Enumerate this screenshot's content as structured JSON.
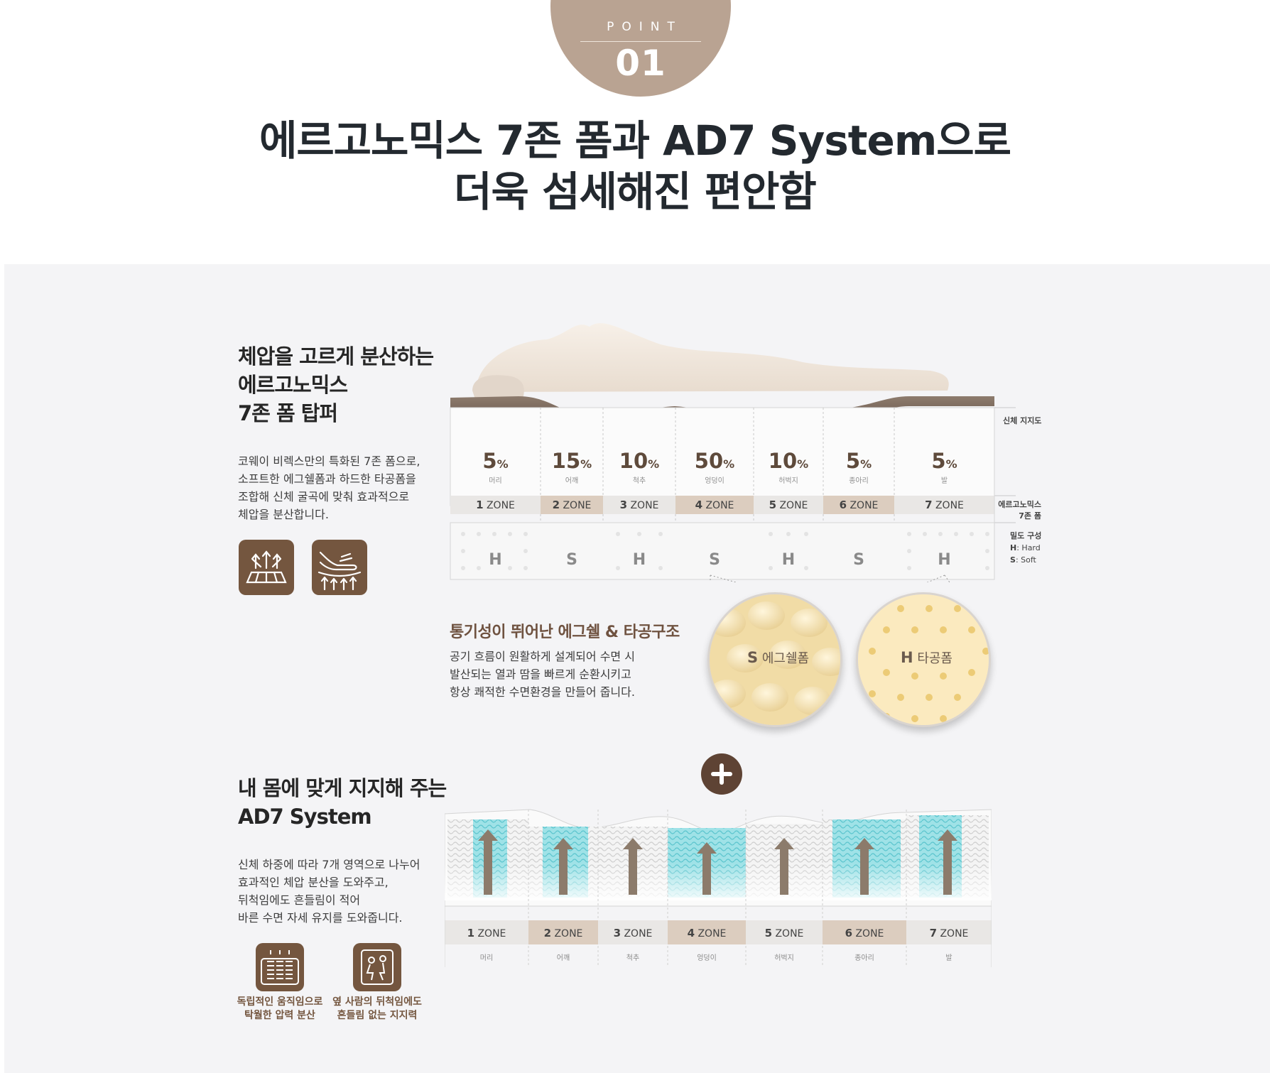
{
  "badge": {
    "label": "POINT",
    "number": "01"
  },
  "headline": {
    "line1": "에르고노믹스 7존 폼과 AD7 System으로",
    "line2": "더욱 섬세해진 편안함"
  },
  "foam_section": {
    "title_lines": [
      "체압을 고르게 분산하는",
      "에르고노믹스",
      "7존 폼 탑퍼"
    ],
    "desc_lines": [
      "코웨이 비렉스만의 특화된 7존 폼으로,",
      "소프트한 에그쉘폼과 하드한 타공폼을",
      "조합해 신체 굴곡에 맞춰 효과적으로",
      "체압을 분산합니다."
    ],
    "icons": [
      "pressure-spread-icon",
      "hand-pressing-foam-icon"
    ],
    "zones": [
      {
        "pct": "5",
        "part": "머리",
        "num": "1",
        "density": "H"
      },
      {
        "pct": "15",
        "part": "어깨",
        "num": "2",
        "density": "S"
      },
      {
        "pct": "10",
        "part": "척추",
        "num": "3",
        "density": "H"
      },
      {
        "pct": "50",
        "part": "엉덩이",
        "num": "4",
        "density": "S"
      },
      {
        "pct": "10",
        "part": "허벅지",
        "num": "5",
        "density": "H"
      },
      {
        "pct": "5",
        "part": "종아리",
        "num": "6",
        "density": "S"
      },
      {
        "pct": "5",
        "part": "발",
        "num": "7",
        "density": "H"
      }
    ],
    "pct_unit": "%",
    "zone_word": "ZONE",
    "side_labels": {
      "support": "신체 지지도",
      "ergo_line1": "에르고노믹스",
      "ergo_line2": "7존 폼",
      "density_title": "밀도 구성",
      "hard_key": "H",
      "hard_val": ": Hard",
      "soft_key": "S",
      "soft_val": ": Soft"
    },
    "vent": {
      "title": "통기성이 뛰어난 에그쉘 & 타공구조",
      "desc_lines": [
        "공기 흐름이 원활하게 설계되어 수면 시",
        "발산되는 열과 땀을 빠르게 순환시키고",
        "항상 쾌적한 수면환경을 만들어 줍니다."
      ],
      "egg_key": "S",
      "egg_label": "에그쉘폼",
      "hole_key": "H",
      "hole_label": "타공폼"
    }
  },
  "plus_icon": "plus-icon",
  "spring_section": {
    "title_lines": [
      "내 몸에 맞게 지지해 주는",
      "AD7 System"
    ],
    "desc_lines": [
      "신체 하중에 따라 7개 영역으로 나누어",
      "효과적인 체압 분산을 도와주고,",
      "뒤척임에도 흔들림이 적어",
      "바른 수면 자세 유지를 도와줍니다."
    ],
    "features": [
      {
        "icon": "pocket-springs-icon",
        "line1": "독립적인 움직임으로",
        "line2": "탁월한 압력 분산"
      },
      {
        "icon": "two-sleepers-icon",
        "line1": "옆 사람의 뒤척임에도",
        "line2": "흔들림 없는 지지력"
      }
    ],
    "zones": [
      {
        "num": "1",
        "part": "머리"
      },
      {
        "num": "2",
        "part": "어깨"
      },
      {
        "num": "3",
        "part": "척추"
      },
      {
        "num": "4",
        "part": "엉덩이"
      },
      {
        "num": "5",
        "part": "허벅지"
      },
      {
        "num": "6",
        "part": "종아리"
      },
      {
        "num": "7",
        "part": "발"
      }
    ]
  },
  "colors": {
    "badge": "#b9a392",
    "brown": "#74563f",
    "panel": "#f4f4f6",
    "zone_tan": "#dccdbf",
    "zone_gray": "#e9e7e5",
    "spring_blue": "#7dd6de"
  }
}
